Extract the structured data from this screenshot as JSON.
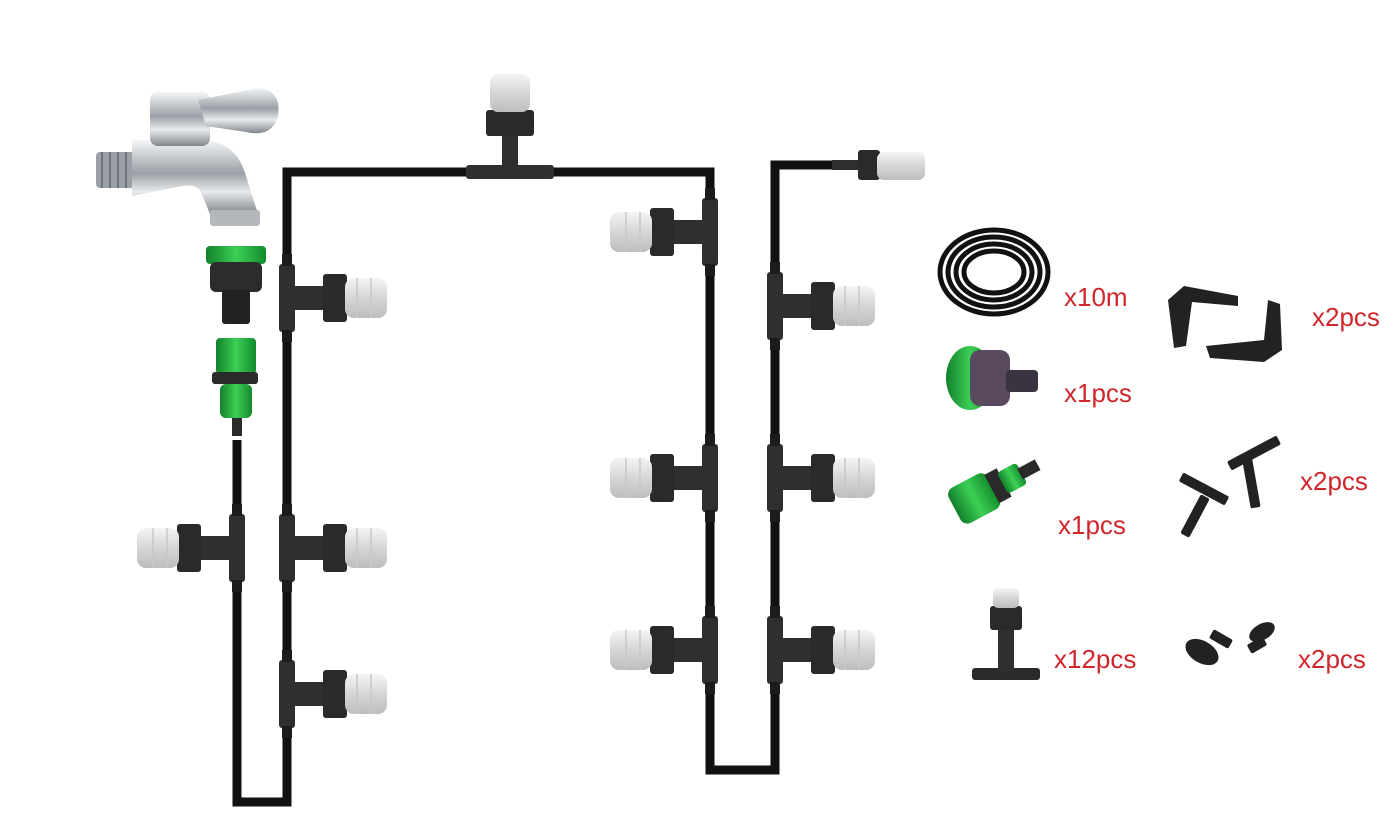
{
  "colors": {
    "tube": "#111111",
    "fitting": "#2f2f2f",
    "nozzle_cap": "#e2e2e2",
    "adapter_green": "#22a83a",
    "adapter_purple": "#5a4a60",
    "faucet_chrome": "#c2c6cb",
    "label": "#d0262b"
  },
  "icons": {
    "faucet": "faucet-icon",
    "adapter_tap": "tap-adapter-icon",
    "adapter_quick": "quick-connector-icon",
    "hose": "hose-coil-icon",
    "elbow": "elbow-connector-icon",
    "tee": "tee-connector-icon",
    "nozzle_tee": "nozzle-tee-icon",
    "end_plug": "end-plug-icon"
  },
  "parts": {
    "hose": {
      "quantity": "x10m"
    },
    "tap_adapter": {
      "quantity": "x1pcs"
    },
    "quick_connector": {
      "quantity": "x1pcs"
    },
    "misting_nozzle": {
      "quantity": "x12pcs"
    },
    "elbow": {
      "quantity": "x2pcs"
    },
    "tee": {
      "quantity": "x2pcs"
    },
    "end_plug": {
      "quantity": "x2pcs"
    }
  }
}
